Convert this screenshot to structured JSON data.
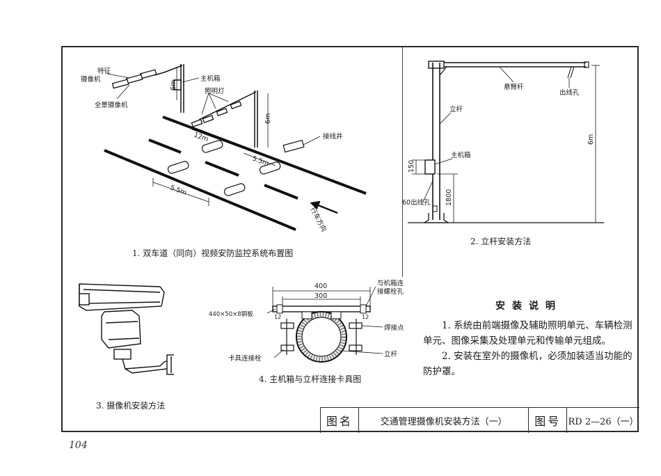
{
  "fig1": {
    "caption": "1. 双车道（同向）视频安防监控系统布置图",
    "label_feature_camera_1": "特征",
    "label_feature_camera_2": "摄像机",
    "label_panorama_camera": "全景摄像机",
    "label_main_box": "主机箱",
    "label_lighting": "照明灯",
    "label_junction_well": "接线井",
    "dim_6m_a": "6m",
    "dim_6m_b": "6m",
    "dim_12m": "12m",
    "dim_5_5m_a": "5.5m",
    "dim_5_5m_b": "5.5m",
    "label_direction": "行车方向"
  },
  "fig2": {
    "caption": "2. 立杆安装方法",
    "label_arm": "悬臂杆",
    "label_outlet": "出线孔",
    "label_pole": "立杆",
    "label_main_box": "主机箱",
    "label_outlet60": "60出线孔",
    "dim_150": "150",
    "dim_1800": "1800",
    "dim_6m": "6m"
  },
  "fig3": {
    "caption": "3. 摄像机安装方法"
  },
  "fig4": {
    "caption": "4. 主机箱与立杆连接卡具图",
    "dim_400": "400",
    "dim_300": "300",
    "dim_12a": "12",
    "dim_12b": "12",
    "label_plate": "440×50×8钢板",
    "label_bolt_hole_1": "与机箱连",
    "label_bolt_hole_2": "接螺栓孔",
    "label_weld": "焊接点",
    "label_clamp_bolt": "卡具连接栓",
    "label_pole": "立杆"
  },
  "notes": {
    "title": "安装说明",
    "items": [
      "1. 系统由前端摄像及辅助照明单元、车辆检测单元、图像采集及处理单元和传输单元组成。",
      "2. 安装在室外的摄像机，必须加装适当功能的防护罩。"
    ]
  },
  "title_block": {
    "name_label": "图名",
    "name_value": "交通管理摄像机安装方法（一）",
    "num_label": "图号",
    "num_value": "RD 2—26（一）"
  },
  "page_number": "104"
}
